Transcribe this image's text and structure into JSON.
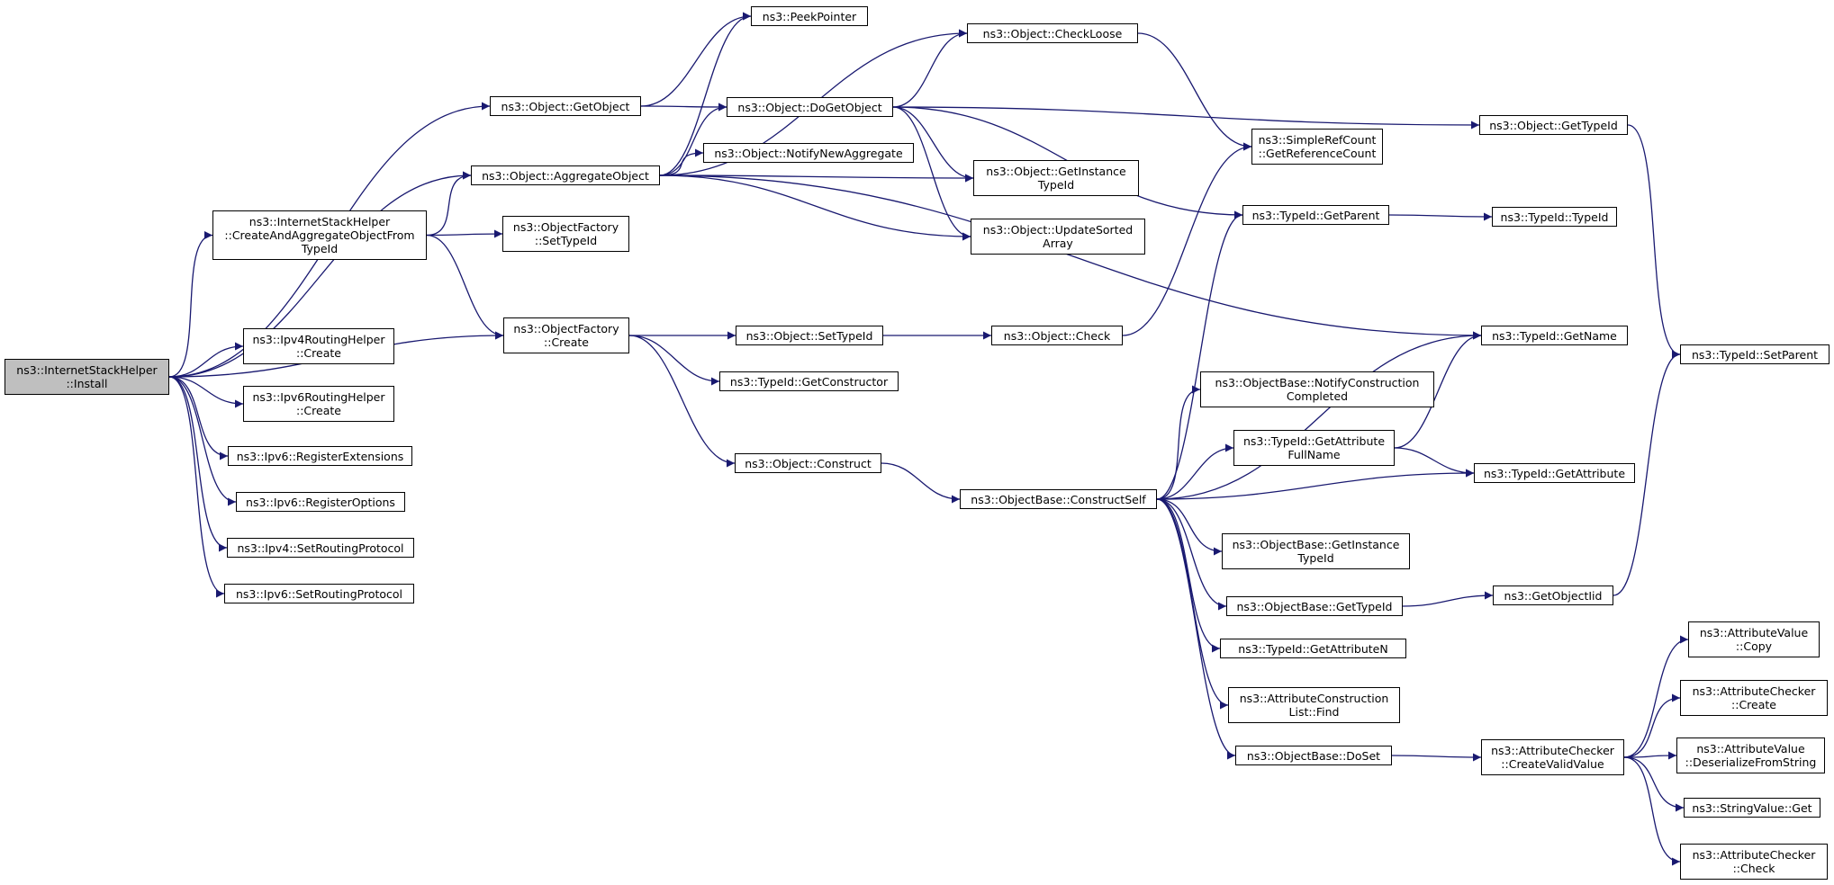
{
  "colors": {
    "edge": "#191970",
    "root_fill": "#bfbfbf",
    "node_fill": "#ffffff",
    "border": "#000000"
  },
  "nodes": [
    {
      "id": "install",
      "text": "ns3::InternetStackHelper\n::Install",
      "root": true
    },
    {
      "id": "getobject",
      "text": "ns3::Object::GetObject"
    },
    {
      "id": "aggregate",
      "text": "ns3::Object::AggregateObject"
    },
    {
      "id": "createagg",
      "text": "ns3::InternetStackHelper\n::CreateAndAggregateObjectFrom\nTypeId"
    },
    {
      "id": "factorycreate",
      "text": "ns3::ObjectFactory\n::Create"
    },
    {
      "id": "ipv4rhcreate",
      "text": "ns3::Ipv4RoutingHelper\n::Create"
    },
    {
      "id": "ipv6rhcreate",
      "text": "ns3::Ipv6RoutingHelper\n::Create"
    },
    {
      "id": "regext",
      "text": "ns3::Ipv6::RegisterExtensions"
    },
    {
      "id": "regopt",
      "text": "ns3::Ipv6::RegisterOptions"
    },
    {
      "id": "ipv4setrp",
      "text": "ns3::Ipv4::SetRoutingProtocol"
    },
    {
      "id": "ipv6setrp",
      "text": "ns3::Ipv6::SetRoutingProtocol"
    },
    {
      "id": "peekpointer",
      "text": "ns3::PeekPointer"
    },
    {
      "id": "dogetobject",
      "text": "ns3::Object::DoGetObject"
    },
    {
      "id": "notifynewagg",
      "text": "ns3::Object::NotifyNewAggregate"
    },
    {
      "id": "factorysettypeid",
      "text": "ns3::ObjectFactory\n::SetTypeId"
    },
    {
      "id": "objsettypeid",
      "text": "ns3::Object::SetTypeId"
    },
    {
      "id": "getconstructor",
      "text": "ns3::TypeId::GetConstructor"
    },
    {
      "id": "construct",
      "text": "ns3::Object::Construct"
    },
    {
      "id": "checkloose",
      "text": "ns3::Object::CheckLoose"
    },
    {
      "id": "getinstancetypeid",
      "text": "ns3::Object::GetInstance\nTypeId"
    },
    {
      "id": "updatesorted",
      "text": "ns3::Object::UpdateSorted\nArray"
    },
    {
      "id": "objcheck",
      "text": "ns3::Object::Check"
    },
    {
      "id": "constructself",
      "text": "ns3::ObjectBase::ConstructSelf"
    },
    {
      "id": "getrefcount",
      "text": "ns3::SimpleRefCount\n::GetReferenceCount"
    },
    {
      "id": "getparent",
      "text": "ns3::TypeId::GetParent"
    },
    {
      "id": "notifyconstcompl",
      "text": "ns3::ObjectBase::NotifyConstruction\nCompleted"
    },
    {
      "id": "getattrfullname",
      "text": "ns3::TypeId::GetAttribute\nFullName"
    },
    {
      "id": "obgetinstancetypeid",
      "text": "ns3::ObjectBase::GetInstance\nTypeId"
    },
    {
      "id": "obgettypeid",
      "text": "ns3::ObjectBase::GetTypeId"
    },
    {
      "id": "getattributen",
      "text": "ns3::TypeId::GetAttributeN"
    },
    {
      "id": "attrconstfind",
      "text": "ns3::AttributeConstruction\nList::Find"
    },
    {
      "id": "doset",
      "text": "ns3::ObjectBase::DoSet"
    },
    {
      "id": "objgettypeid",
      "text": "ns3::Object::GetTypeId"
    },
    {
      "id": "typeidtypeid",
      "text": "ns3::TypeId::TypeId"
    },
    {
      "id": "getname",
      "text": "ns3::TypeId::GetName"
    },
    {
      "id": "getattribute",
      "text": "ns3::TypeId::GetAttribute"
    },
    {
      "id": "getobjectiid",
      "text": "ns3::GetObjectIid"
    },
    {
      "id": "createvalidvalue",
      "text": "ns3::AttributeChecker\n::CreateValidValue"
    },
    {
      "id": "setparent",
      "text": "ns3::TypeId::SetParent"
    },
    {
      "id": "avcopy",
      "text": "ns3::AttributeValue\n::Copy"
    },
    {
      "id": "accreate",
      "text": "ns3::AttributeChecker\n::Create"
    },
    {
      "id": "avdeser",
      "text": "ns3::AttributeValue\n::DeserializeFromString"
    },
    {
      "id": "stringget",
      "text": "ns3::StringValue::Get"
    },
    {
      "id": "accheck",
      "text": "ns3::AttributeChecker\n::Check"
    }
  ],
  "edges": [
    [
      "install",
      "getobject"
    ],
    [
      "install",
      "aggregate"
    ],
    [
      "install",
      "createagg"
    ],
    [
      "install",
      "factorycreate"
    ],
    [
      "install",
      "ipv4rhcreate"
    ],
    [
      "install",
      "ipv6rhcreate"
    ],
    [
      "install",
      "regext"
    ],
    [
      "install",
      "regopt"
    ],
    [
      "install",
      "ipv4setrp"
    ],
    [
      "install",
      "ipv6setrp"
    ],
    [
      "getobject",
      "peekpointer"
    ],
    [
      "getobject",
      "dogetobject"
    ],
    [
      "aggregate",
      "peekpointer"
    ],
    [
      "aggregate",
      "checkloose"
    ],
    [
      "aggregate",
      "dogetobject"
    ],
    [
      "aggregate",
      "notifynewagg"
    ],
    [
      "aggregate",
      "getinstancetypeid"
    ],
    [
      "aggregate",
      "updatesorted"
    ],
    [
      "aggregate",
      "getname"
    ],
    [
      "createagg",
      "aggregate"
    ],
    [
      "createagg",
      "factorysettypeid"
    ],
    [
      "createagg",
      "factorycreate"
    ],
    [
      "factorycreate",
      "objsettypeid"
    ],
    [
      "factorycreate",
      "getconstructor"
    ],
    [
      "factorycreate",
      "construct"
    ],
    [
      "dogetobject",
      "checkloose"
    ],
    [
      "dogetobject",
      "objgettypeid"
    ],
    [
      "dogetobject",
      "getinstancetypeid"
    ],
    [
      "dogetobject",
      "getparent"
    ],
    [
      "dogetobject",
      "updatesorted"
    ],
    [
      "objsettypeid",
      "objcheck"
    ],
    [
      "construct",
      "constructself"
    ],
    [
      "checkloose",
      "getrefcount"
    ],
    [
      "objcheck",
      "getrefcount"
    ],
    [
      "constructself",
      "getparent"
    ],
    [
      "constructself",
      "getname"
    ],
    [
      "constructself",
      "notifyconstcompl"
    ],
    [
      "constructself",
      "getattrfullname"
    ],
    [
      "constructself",
      "getattribute"
    ],
    [
      "constructself",
      "obgetinstancetypeid"
    ],
    [
      "constructself",
      "obgettypeid"
    ],
    [
      "constructself",
      "getattributen"
    ],
    [
      "constructself",
      "attrconstfind"
    ],
    [
      "constructself",
      "doset"
    ],
    [
      "getattrfullname",
      "getname"
    ],
    [
      "getattrfullname",
      "getattribute"
    ],
    [
      "getparent",
      "typeidtypeid"
    ],
    [
      "objgettypeid",
      "setparent"
    ],
    [
      "obgettypeid",
      "getobjectiid"
    ],
    [
      "getobjectiid",
      "setparent"
    ],
    [
      "doset",
      "createvalidvalue"
    ],
    [
      "createvalidvalue",
      "avcopy"
    ],
    [
      "createvalidvalue",
      "accreate"
    ],
    [
      "createvalidvalue",
      "avdeser"
    ],
    [
      "createvalidvalue",
      "stringget"
    ],
    [
      "createvalidvalue",
      "accheck"
    ]
  ]
}
